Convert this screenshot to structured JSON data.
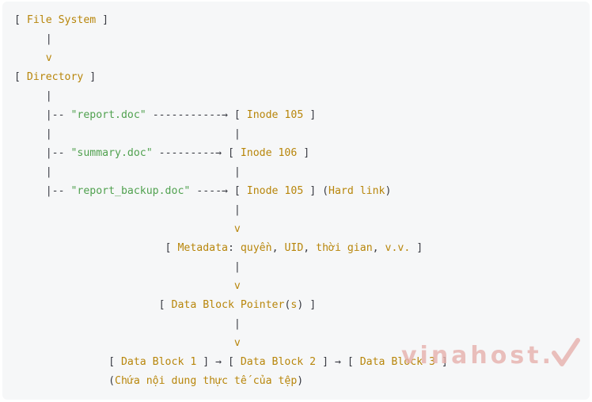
{
  "lines": [
    [
      "[ ",
      "File System",
      " ]"
    ],
    [
      "     |"
    ],
    [
      "     ",
      "v"
    ],
    [
      "[ ",
      "Directory",
      " ]"
    ],
    [
      "     |"
    ],
    [
      "     |-- ",
      "\"report.doc\"",
      " -----------→ [ ",
      "Inode 105",
      " ]"
    ],
    [
      "     |                             |"
    ],
    [
      "     |-- ",
      "\"summary.doc\"",
      " ---------→ [ ",
      "Inode 106",
      " ]"
    ],
    [
      "     |                             |"
    ],
    [
      "     |-- ",
      "\"report_backup.doc\"",
      " ----→ [ ",
      "Inode 105",
      " ] (",
      "Hard link",
      ")"
    ],
    [
      "                                   |"
    ],
    [
      "                                   ",
      "v"
    ],
    [
      "                        [ ",
      "Metadata",
      ": ",
      "quyền",
      ", ",
      "UID",
      ", ",
      "thời gian",
      ", ",
      "v.v.",
      " ]"
    ],
    [
      "                                   |"
    ],
    [
      "                                   ",
      "v"
    ],
    [
      "                       [ ",
      "Data Block Pointer",
      "(",
      "s",
      ") ]"
    ],
    [
      "                                   |"
    ],
    [
      "                                   ",
      "v"
    ],
    [
      "               [ ",
      "Data Block 1",
      " ] → [ ",
      "Data Block 2",
      " ] → [ ",
      "Data Block 3",
      " ]"
    ],
    [
      "               (",
      "Chứa nội dung thực tế của tệp",
      ")"
    ]
  ],
  "watermark": {
    "text": "vinahost",
    "dot": ".",
    "color": "#e7b1ad",
    "icon": "check-icon"
  }
}
